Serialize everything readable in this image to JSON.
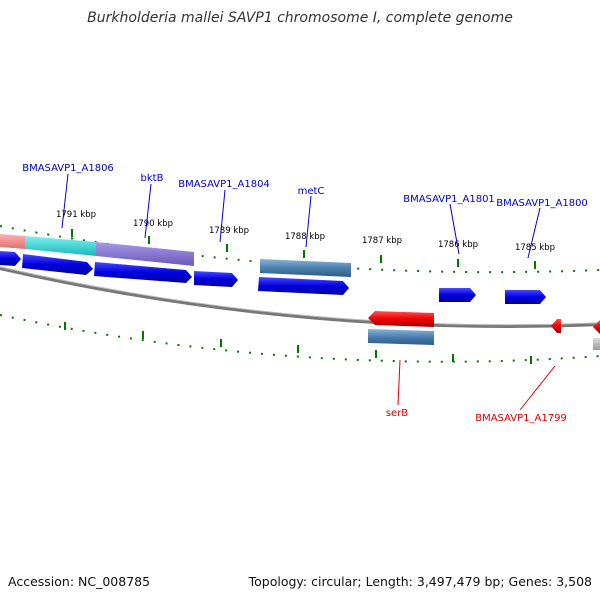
{
  "title": "Burkholderia mallei SAVP1 chromosome I, complete genome",
  "footer": {
    "accession": "Accession: NC_008785",
    "summary": "Topology: circular; Length: 3,497,479 bp; Genes: 3,508"
  },
  "colors": {
    "forward_gene": "#0000dd",
    "reverse_gene": "#ee0000",
    "forward_label": "#0000cc",
    "reverse_label": "#dd0000",
    "backbone": "#888888",
    "tick": "#007700",
    "cds_block": "#4a7fae",
    "block_pink": "#e88080",
    "block_cyan": "#22c8c8",
    "block_purple": "#7d6bc8"
  },
  "scale_labels": [
    "1791 kbp",
    "1790 kbp",
    "1789 kbp",
    "1788 kbp",
    "1787 kbp",
    "1786 kbp",
    "1785 kbp"
  ],
  "gene_labels": {
    "forward": [
      "BMASAVP1_A1806",
      "bktB",
      "BMASAVP1_A1804",
      "metC",
      "BMASAVP1_A1801",
      "BMASAVP1_A1800"
    ],
    "reverse": [
      "serB",
      "BMASAVP1_A1799"
    ]
  }
}
